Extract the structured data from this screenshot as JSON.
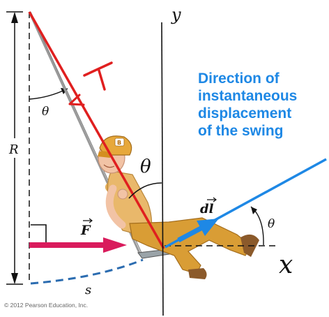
{
  "labels": {
    "y_axis": "y",
    "x_axis": "x",
    "tension": "T",
    "theta_left": "θ",
    "theta_top": "θ",
    "theta_right": "θ",
    "radius": "R",
    "arc": "s",
    "force": "F",
    "displacement": "dl"
  },
  "annotation": {
    "lines": [
      "Direction of",
      "instantaneous",
      "displacement",
      "of the swing"
    ]
  },
  "copyright": "© 2012 Pearson Education, Inc.",
  "colors": {
    "rope_red": "#e01f1f",
    "force_arrow": "#d91b5c",
    "displacement_blue": "#1e88e5",
    "arc_dashed": "#2b6cb0",
    "axis": "#111111",
    "shirt": "#e9b86b",
    "pants": "#d99d35",
    "skin": "#f2c3a5"
  }
}
